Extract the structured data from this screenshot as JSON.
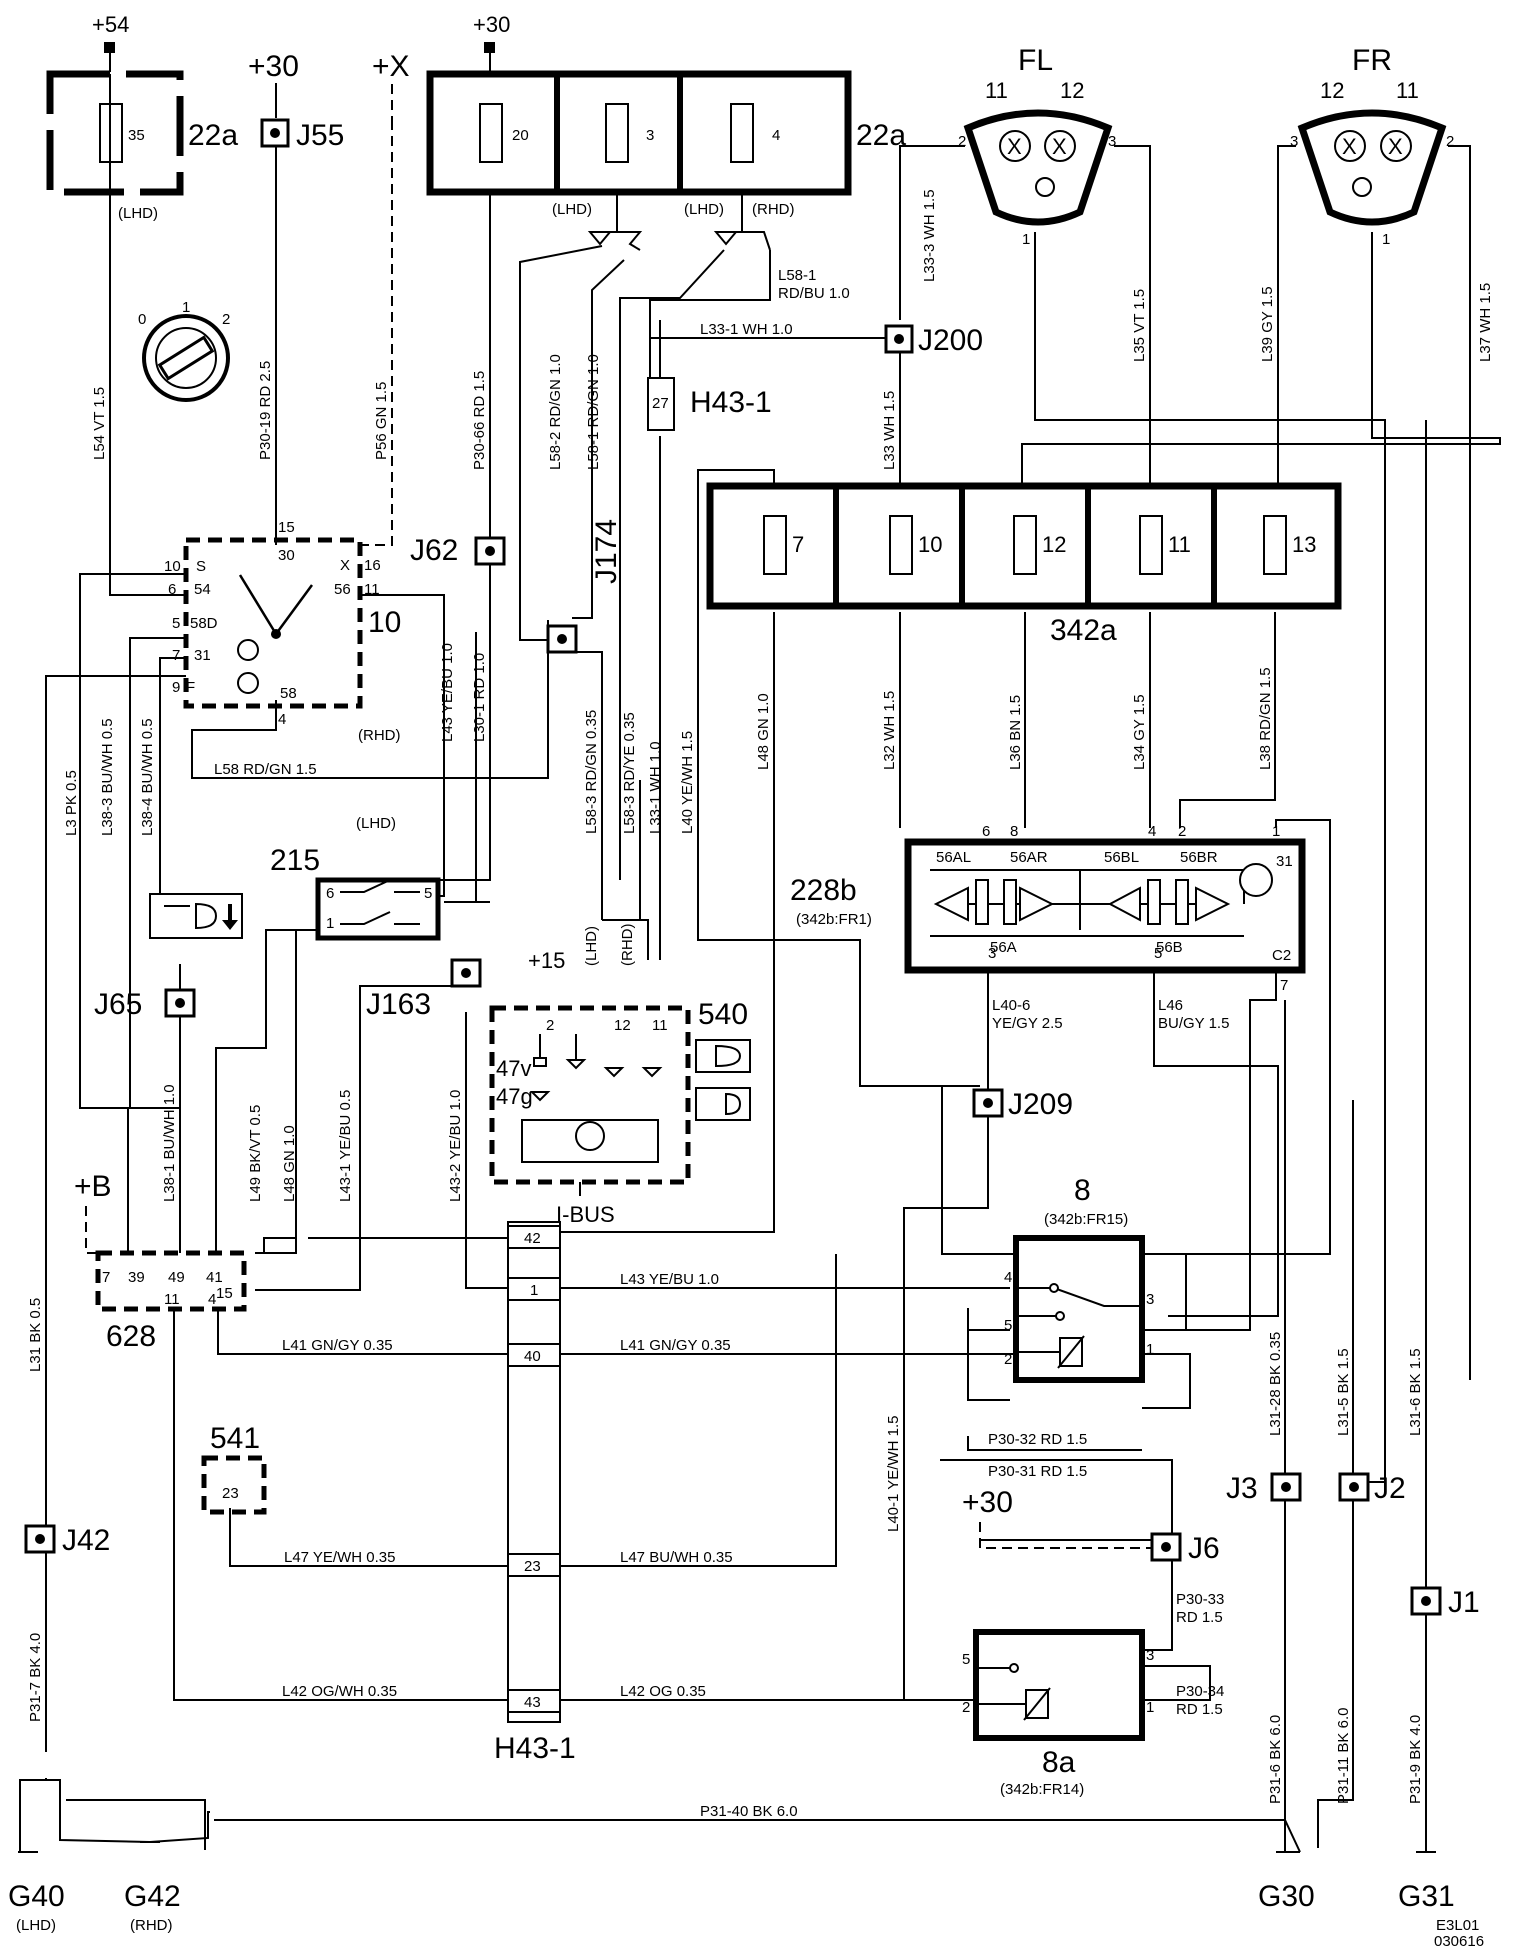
{
  "supplies": {
    "p54": "+54",
    "p30a": "+30",
    "p30b": "+30",
    "px": "+X",
    "p15": "+15",
    "pb": "+B",
    "p30c": "+30"
  },
  "fuseboxes": {
    "left": {
      "fuse": "35",
      "label": "22a",
      "note": "(LHD)"
    },
    "right": {
      "fuses": [
        "20",
        "3",
        "4"
      ],
      "label": "22a",
      "notes": [
        "(LHD)",
        "(LHD)",
        "(RHD)"
      ]
    },
    "relaybox": {
      "fuses": [
        "7",
        "10",
        "12",
        "11",
        "13"
      ],
      "label": "342a"
    }
  },
  "headlamps": {
    "fl": {
      "name": "FL",
      "pins": [
        "11",
        "12"
      ],
      "terms": [
        "2",
        "3",
        "1"
      ]
    },
    "fr": {
      "name": "FR",
      "pins": [
        "12",
        "11"
      ],
      "terms": [
        "3",
        "2",
        "1"
      ]
    }
  },
  "junctions": [
    "J55",
    "J200",
    "J62",
    "J174",
    "J65",
    "J163",
    "J209",
    "J42",
    "J3",
    "J2",
    "J6",
    "J1"
  ],
  "connectors": {
    "h43_top": "H43-1",
    "h43_top_pin": "27",
    "h43_bottom": "H43-1",
    "h43_pins": [
      "42",
      "1",
      "40",
      "23",
      "43"
    ]
  },
  "switch10": {
    "label": "10",
    "pins": [
      "15",
      "30",
      "16",
      "X",
      "10",
      "S",
      "6",
      "54",
      "56",
      "11",
      "5",
      "58D",
      "7",
      "31",
      "9",
      "F",
      "58",
      "4"
    ],
    "positions": [
      "0",
      "1",
      "2"
    ]
  },
  "switch215": {
    "label": "215",
    "pins": [
      "6",
      "5",
      "1"
    ]
  },
  "module228b": {
    "label": "228b",
    "ref": "(342b:FR1)",
    "pins": [
      "6",
      "8",
      "4",
      "2",
      "1"
    ],
    "terms": [
      "56AL",
      "56AR",
      "56BL",
      "56BR",
      "31"
    ],
    "out": [
      "3",
      "56A",
      "5",
      "56B",
      "C2",
      "7"
    ]
  },
  "module540": {
    "label": "540",
    "items": [
      "2",
      "12",
      "11",
      "47v",
      "47g"
    ],
    "bus": "I-BUS"
  },
  "module628": {
    "label": "628",
    "pins": [
      "7",
      "39",
      "49",
      "41",
      "15",
      "11",
      "4"
    ]
  },
  "module541": {
    "label": "541",
    "pin": "23"
  },
  "relay8": {
    "label": "8",
    "ref": "(342b:FR15)",
    "pins": [
      "4",
      "3",
      "5",
      "2",
      "1"
    ]
  },
  "relay8a": {
    "label": "8a",
    "ref": "(342b:FR14)",
    "pins": [
      "5",
      "3",
      "2",
      "1"
    ]
  },
  "grounds": {
    "g40": "G40",
    "g40_note": "(LHD)",
    "g42": "G42",
    "g42_note": "(RHD)",
    "g30": "G30",
    "g31": "G31"
  },
  "wires": {
    "l54": "L54  VT  1.5",
    "p30_19": "P30-19  RD  2.5",
    "p56": "P56  GN  1.5",
    "p30_66": "P30-66  RD  1.5",
    "l58_2": "L58-2  RD/GN  1.0",
    "l58_1v": "L58-1  RD/GN  1.0",
    "l58_1a": "L58-1",
    "l58_1b": "RD/BU  1.0",
    "l33_1h": "L33-1  WH  1.0",
    "l33_3": "L33-3  WH  1.5",
    "l33w": "L33  WH  1.5",
    "l35": "L35  VT  1.5",
    "l39": "L39  GY  1.5",
    "l37": "L37  WH  1.5",
    "l43": "L43  YE/BU  1.0",
    "l30_1": "L30-1  RD  1.0",
    "l58": "L58  RD/GN  1.5",
    "l58_3a": "L58-3  RD/GN  0.35",
    "l58_3b": "L58-3  RD/YE  0.35",
    "l33_1v": "L33-1  WH  1.0",
    "l40": "L40  YE/WH  1.5",
    "l48a": "L48  GN  1.0",
    "l32": "L32  WH  1.5",
    "l36": "L36  BN  1.5",
    "l34": "L34  GY  1.5",
    "l38": "L38  RD/GN  1.5",
    "l3": "L3  PK  0.5",
    "l38_3": "L38-3  BU/WH  0.5",
    "l38_4": "L38-4  BU/WH  0.5",
    "l40_6a": "L40-6",
    "l40_6b": "YE/GY  2.5",
    "l46a": "L46",
    "l46b": "BU/GY  1.5",
    "l38_1": "L38-1  BU/WH  1.0",
    "l49": "L49  BK/VT  0.5",
    "l48b": "L48  GN  1.0",
    "l43_1": "L43-1  YE/BU  0.5",
    "l43_2": "L43-2  YE/BU  1.0",
    "l43h": "L43   YE/BU   1.0",
    "l41a": "L41   GN/GY   0.35",
    "l41b": "L41   GN/GY   0.35",
    "l31": "L31  BK  0.5",
    "l40_1": "L40-1  YE/WH  1.5",
    "p30_32": "P30-32   RD    1.5",
    "p30_31": "P30-31   RD    1.5",
    "l31_28": "L31-28  BK  0.35",
    "l31_5": "L31-5  BK  1.5",
    "l31_6": "L31-6  BK  1.5",
    "l47a": "L47   YE/WH  0.35",
    "l47b": "L47   BU/WH   0.35",
    "p30_33a": "P30-33",
    "p30_33b": "RD 1.5",
    "p30_34a": "P30-34",
    "p30_34b": "RD 1.5",
    "p31_7": "P31-7  BK  4.0",
    "l42a": "L42   OG/WH  0.35",
    "l42b": "L42    OG    0.35",
    "p31_6": "P31-6  BK  6.0",
    "p31_11": "P31-11  BK  6.0",
    "p31_9": "P31-9  BK  4.0",
    "p31_40": "P31-40   BK    6.0"
  },
  "misc": {
    "rhd1": "(RHD)",
    "lhd1": "(LHD)",
    "lhd540": "(LHD)",
    "rhd540": "(RHD)"
  },
  "docid": {
    "line1": "E3L01",
    "line2": "030616"
  }
}
